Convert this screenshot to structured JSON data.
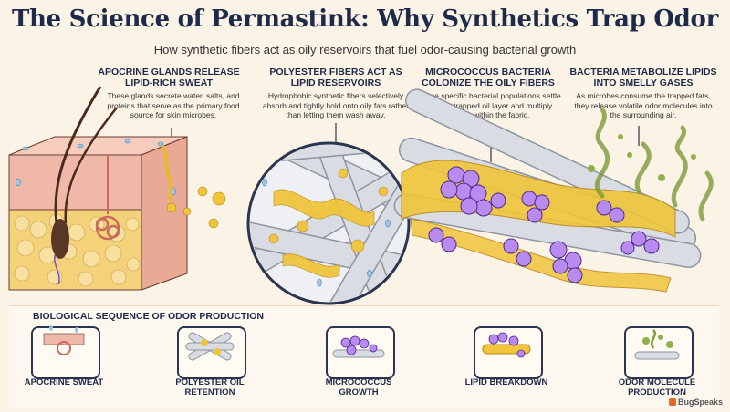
{
  "header": {
    "title": "The Science of Permastink: Why Synthetics Trap Odor",
    "subtitle": "How synthetic fibers act as oily reservoirs that fuel odor-causing bacterial growth"
  },
  "steps": [
    {
      "title": "APOCRINE GLANDS RELEASE LIPID-RICH SWEAT",
      "desc": "These glands secrete water, salts, and proteins that serve as the primary food source for skin microbes."
    },
    {
      "title": "POLYESTER FIBERS ACT AS LIPID RESERVOIRS",
      "desc": "Hydrophobic synthetic fibers selectively absorb and tightly hold onto oily fats rather than letting them wash away."
    },
    {
      "title": "MICROCOCCUS BACTERIA COLONIZE THE OILY FIBERS",
      "desc": "These specific bacterial populations settle into the trapped oil layer and multiply rapidly within the fabric."
    },
    {
      "title": "BACTERIA METABOLIZE LIPIDS INTO SMELLY GASES",
      "desc": "As microbes consume the trapped fats, they release volatile odor molecules into the surrounding air."
    }
  ],
  "sequence": {
    "heading": "BIOLOGICAL SEQUENCE OF ODOR PRODUCTION",
    "items": [
      {
        "label": "APOCRINE SWEAT"
      },
      {
        "label": "POLYESTER OIL RETENTION"
      },
      {
        "label": "MICROCOCCUS GROWTH"
      },
      {
        "label": "LIPID BREAKDOWN"
      },
      {
        "label": "ODOR MOLECULE PRODUCTION"
      }
    ]
  },
  "colors": {
    "title": "#1e2a4a",
    "skin": "#f0b8a8",
    "fat": "#f3d27a",
    "oil": "#e8b92e",
    "fiber": "#d9dde3",
    "bacteria": "#7a4bc6",
    "gas": "#7f9a3a"
  },
  "brand": {
    "logo": "BugSpeaks"
  }
}
